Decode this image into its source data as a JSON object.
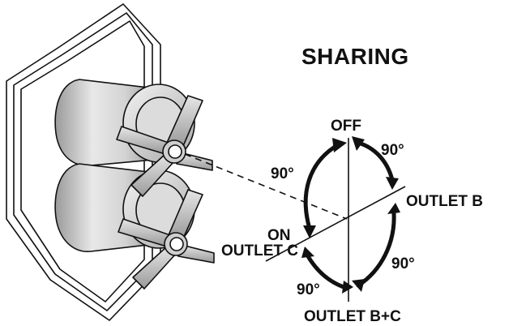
{
  "title": "SHARING",
  "labels": {
    "off": "OFF",
    "outlet_b": "OUTLET B",
    "on": "ON",
    "outlet_c": "OUTLET C",
    "outlet_bc": "OUTLET B+C",
    "angle_top_right": "90°",
    "angle_left": "90°",
    "angle_bottom_right": "90°",
    "angle_bottom_left": "90°"
  },
  "colors": {
    "line": "#111111",
    "fill_dark": "#bcbcbc",
    "fill_light": "#efefef",
    "background": "#ffffff"
  },
  "icons": {
    "valve": "wall-mounted-dual-cross-handle-valve",
    "rotation_arrow": "curved-double-headed-arrow"
  }
}
